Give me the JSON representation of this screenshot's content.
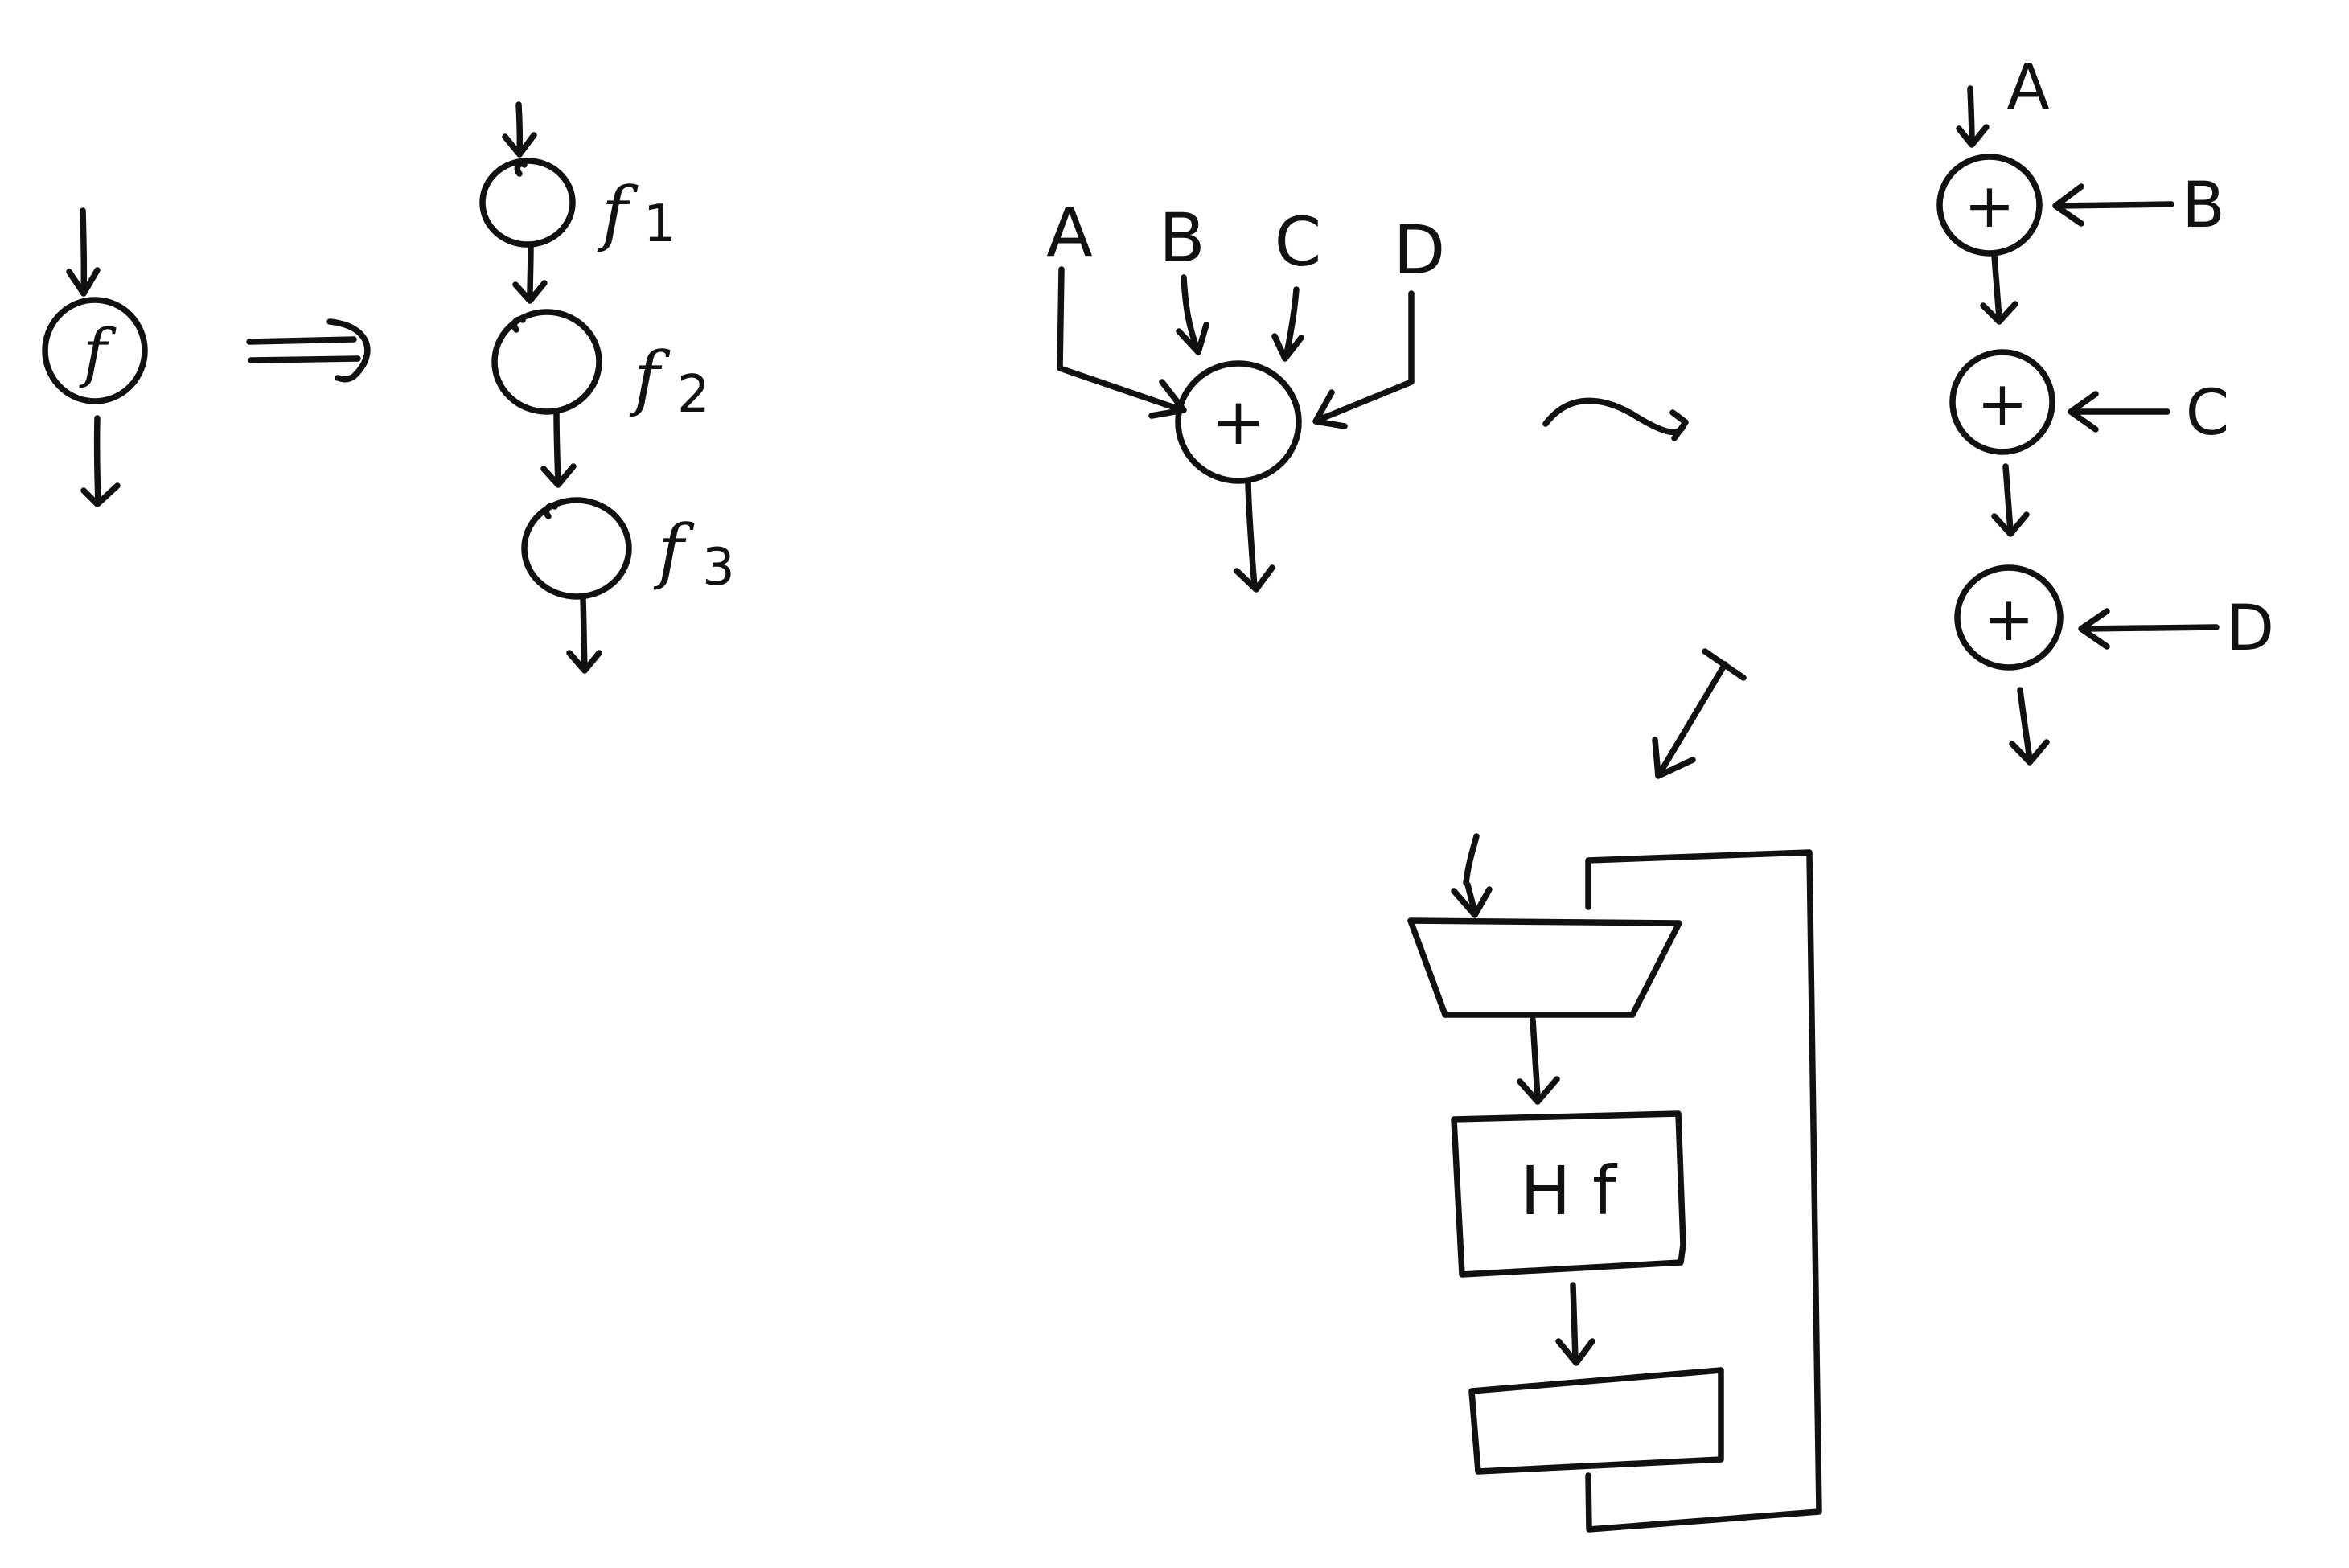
{
  "diagram_a": {
    "node_symbol": "f",
    "transform_arrow": "⇒"
  },
  "diagram_b": {
    "labels": [
      "f1",
      "f2",
      "f3"
    ],
    "label_parts": [
      {
        "f": "f",
        "sub": "1"
      },
      {
        "f": "f",
        "sub": "2"
      },
      {
        "f": "f",
        "sub": "3"
      }
    ]
  },
  "diagram_c": {
    "inputs": [
      "A",
      "B",
      "C",
      "D"
    ],
    "node_symbol": "+",
    "relation": "~"
  },
  "diagram_d": {
    "inputs": [
      "A",
      "B",
      "C",
      "D"
    ],
    "node_symbols": [
      "+",
      "+",
      "+"
    ]
  },
  "diagram_e": {
    "maps_to_arrow": "↦",
    "block_label": "H f"
  }
}
